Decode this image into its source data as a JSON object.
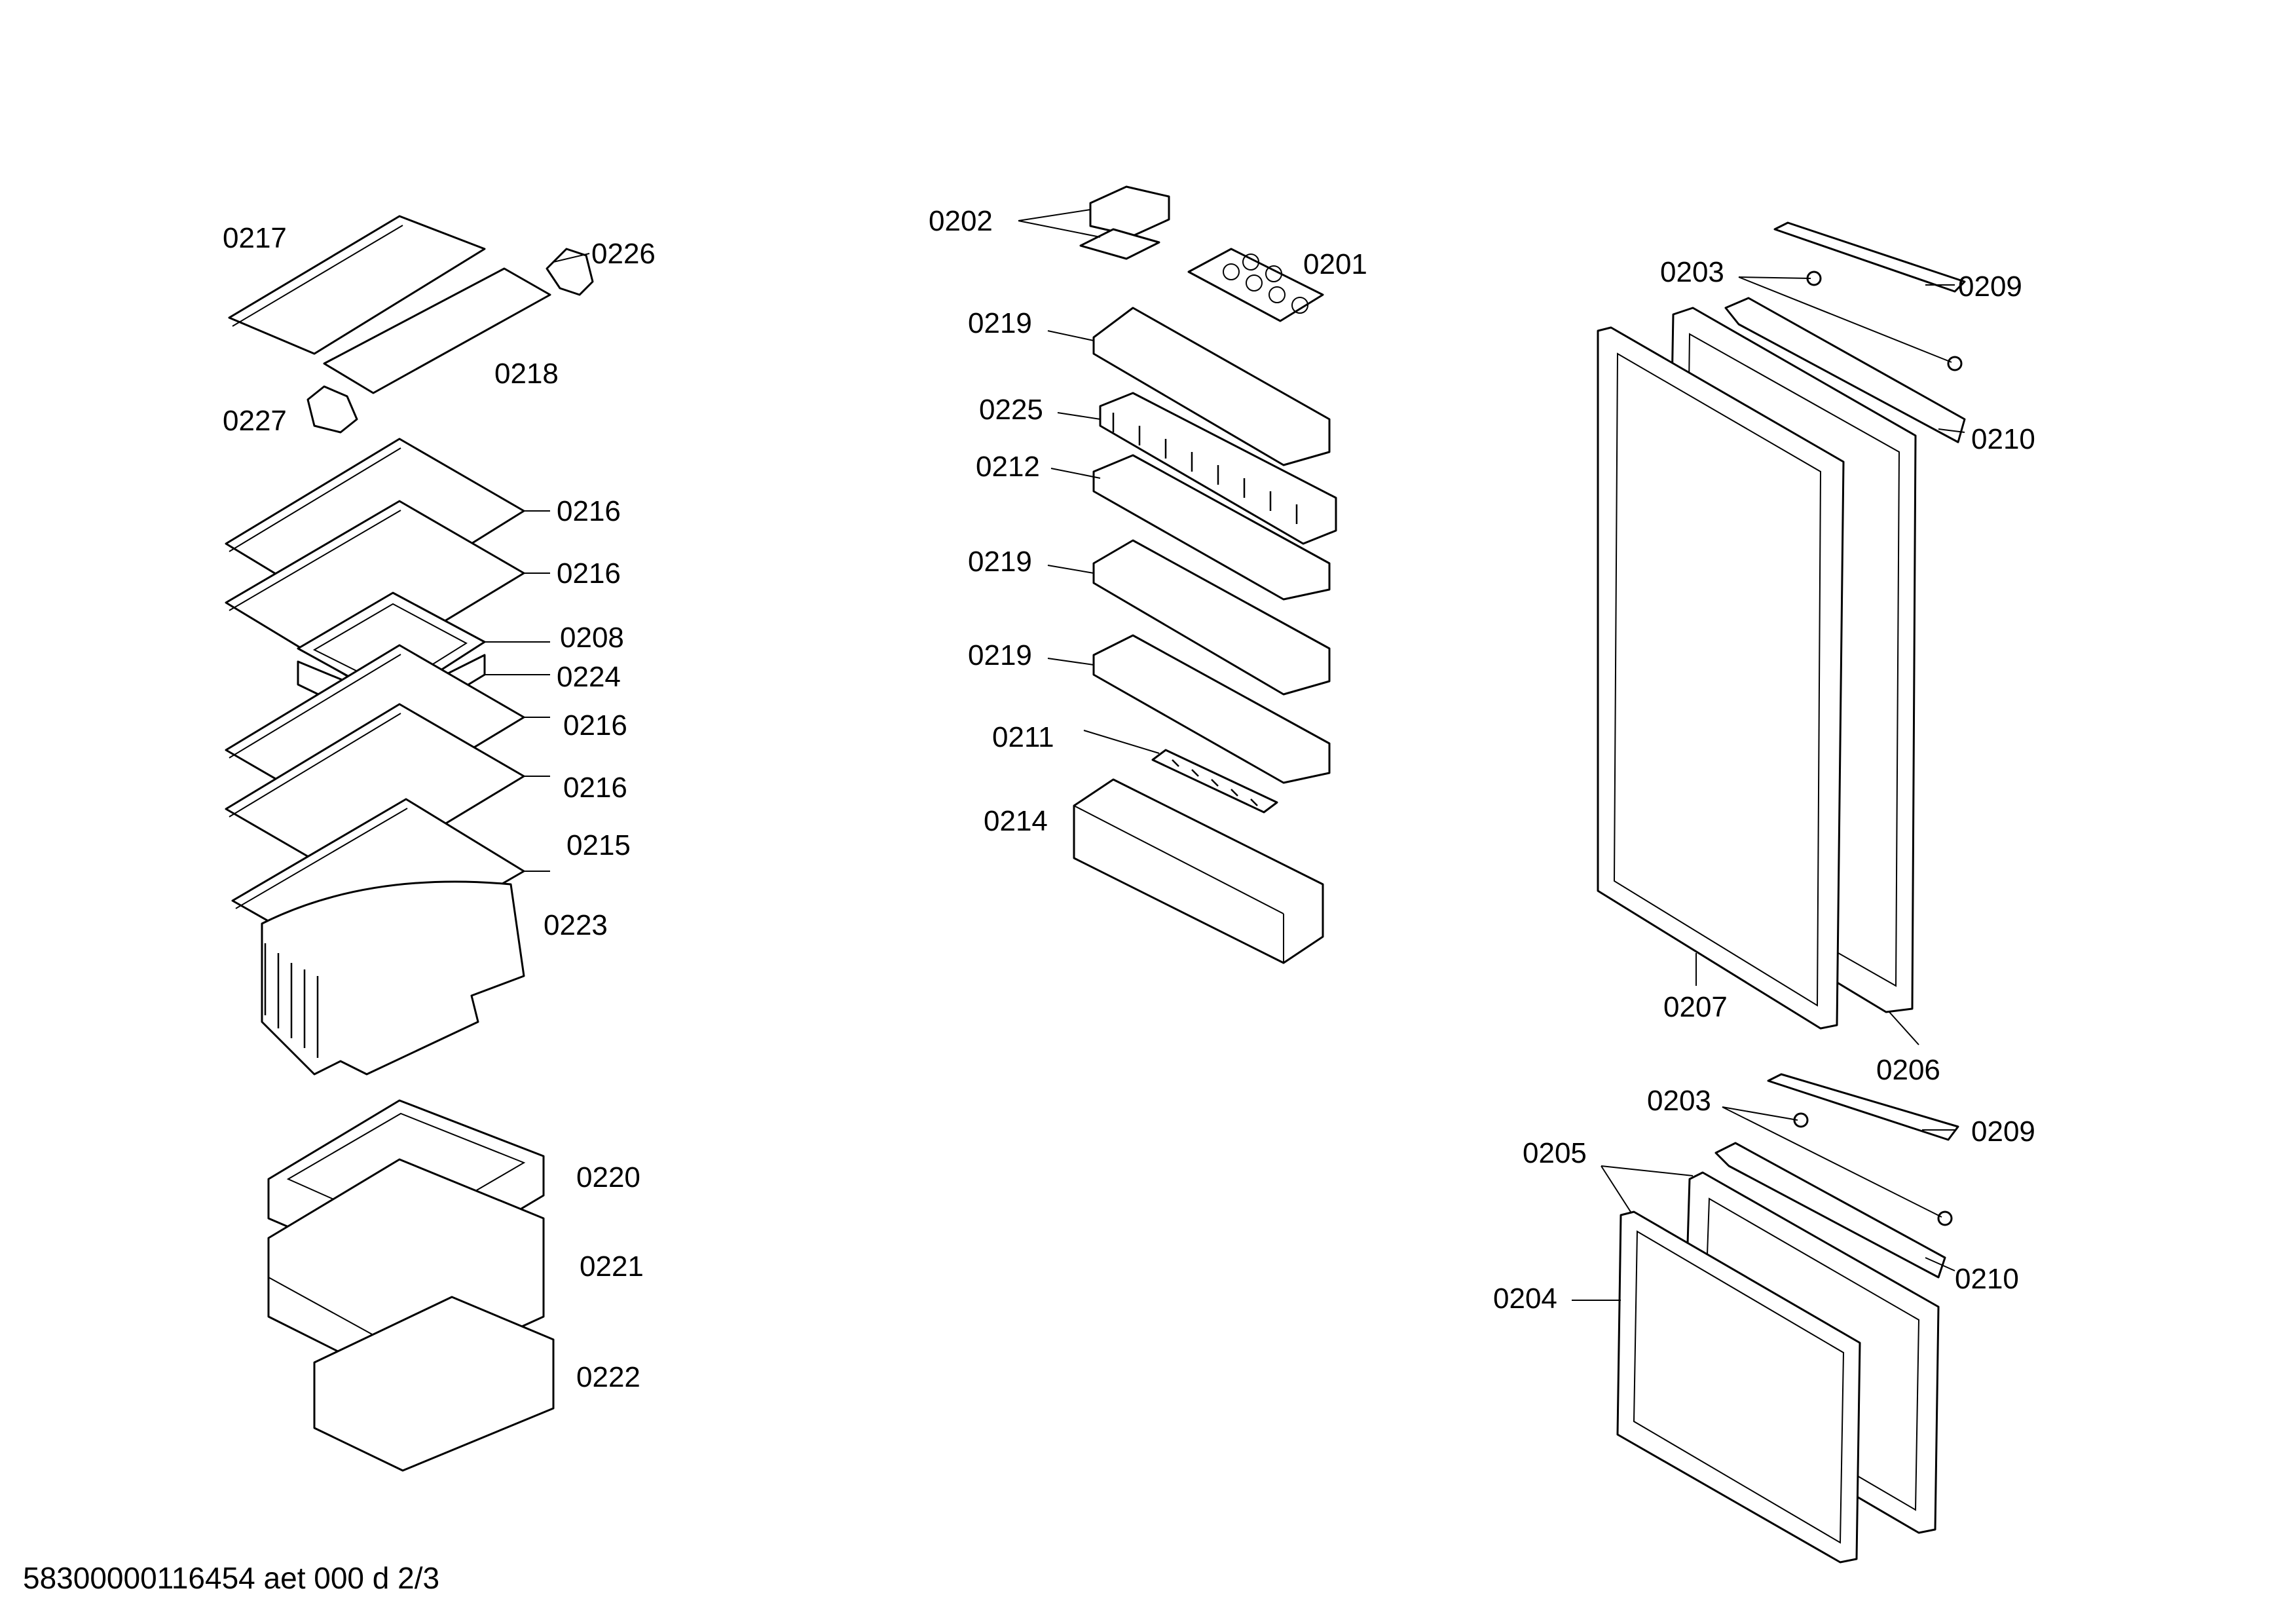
{
  "labels": {
    "l0217": "0217",
    "l0226": "0226",
    "l0218": "0218",
    "l0227": "0227",
    "l0216a": "0216",
    "l0216b": "0216",
    "l0208": "0208",
    "l0224": "0224",
    "l0216c": "0216",
    "l0216d": "0216",
    "l0215": "0215",
    "l0223": "0223",
    "l0220": "0220",
    "l0221": "0221",
    "l0222": "0222",
    "l0202": "0202",
    "l0201": "0201",
    "l0219a": "0219",
    "l0225": "0225",
    "l0212": "0212",
    "l0219b": "0219",
    "l0219c": "0219",
    "l0211": "0211",
    "l0214": "0214",
    "l0203a": "0203",
    "l0209a": "0209",
    "l0210a": "0210",
    "l0207": "0207",
    "l0206": "0206",
    "l0203b": "0203",
    "l0209b": "0209",
    "l0205": "0205",
    "l0210b": "0210",
    "l0204": "0204"
  },
  "footer": "58300000116454 aet 000 d 2/3"
}
